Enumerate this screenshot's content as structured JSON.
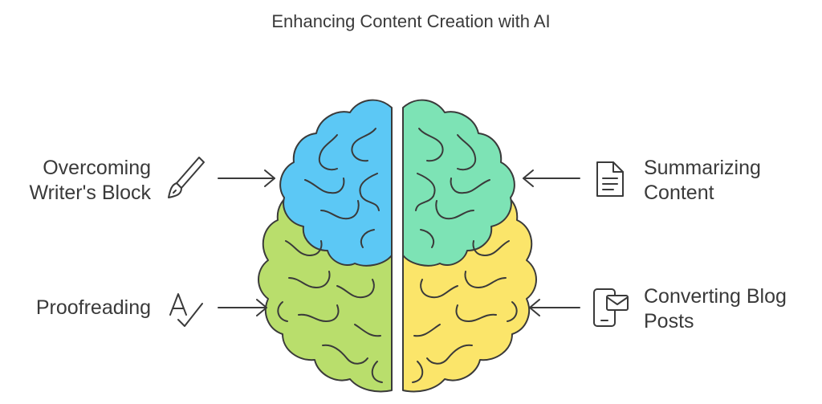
{
  "title": "Enhancing Content Creation with AI",
  "items": {
    "writers_block": {
      "line1": "Overcoming",
      "line2": "Writer's Block",
      "icon": "pen-nib-icon"
    },
    "proofreading": {
      "line1": "Proofreading",
      "icon": "spell-check-icon"
    },
    "summarizing": {
      "line1": "Summarizing",
      "line2": "Content",
      "icon": "document-icon"
    },
    "converting": {
      "line1": "Converting Blog",
      "line2": "Posts",
      "icon": "mobile-message-icon"
    }
  },
  "colors": {
    "outline": "#3a3a3a",
    "top_left": "#5cc8f5",
    "top_right": "#7de3b5",
    "bottom_left": "#b9de6c",
    "bottom_right": "#fbe56a"
  }
}
